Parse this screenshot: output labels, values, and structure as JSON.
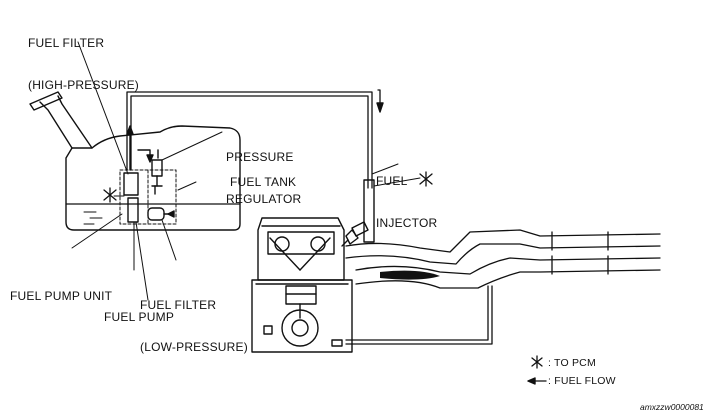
{
  "labels": {
    "fuel_filter_hp_line1": "FUEL FILTER",
    "fuel_filter_hp_line2": "(HIGH-PRESSURE)",
    "pressure_regulator_line1": "PRESSURE",
    "pressure_regulator_line2": "REGULATOR",
    "fuel_tank": "FUEL TANK",
    "fuel_injector_line1": "FUEL",
    "fuel_injector_line2": "INJECTOR",
    "fuel_pump_unit": "FUEL PUMP UNIT",
    "fuel_filter_lp_line1": "FUEL FILTER",
    "fuel_filter_lp_line2": "(LOW-PRESSURE)",
    "fuel_pump": "FUEL PUMP"
  },
  "legend": {
    "to_pcm": ": TO PCM",
    "fuel_flow": ": FUEL FLOW"
  },
  "figure_code": "amxzzw0000081"
}
